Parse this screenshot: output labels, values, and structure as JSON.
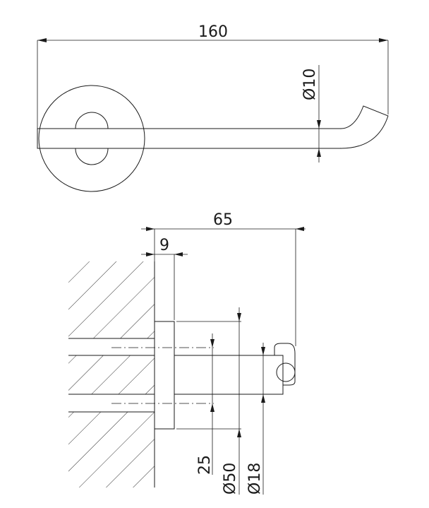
{
  "drawing": {
    "top_view": {
      "overall_length": "160",
      "rod_diameter": "Ø10"
    },
    "side_view": {
      "projection": "65",
      "flange_thickness": "9",
      "hole_spacing": "25",
      "flange_diameter": "Ø50",
      "rod_diameter": "Ø18"
    },
    "colors": {
      "line": "#1a1a1a",
      "background": "#ffffff"
    }
  }
}
